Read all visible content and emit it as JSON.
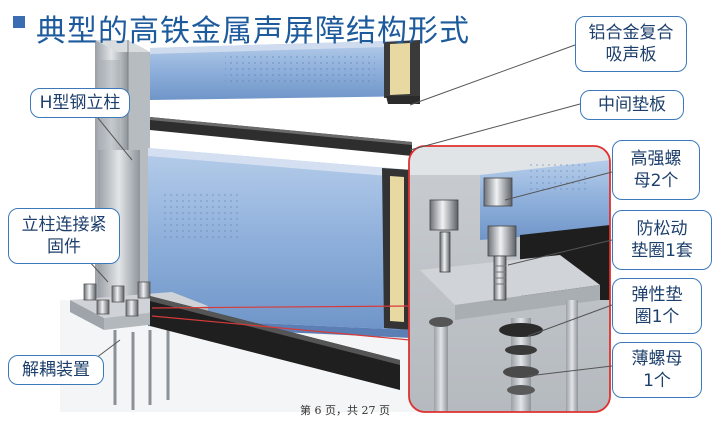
{
  "title": "典型的高铁金属声屏障结构形式",
  "callouts": {
    "panel": "铝合金复合\n吸声板",
    "spacer": "中间垫板",
    "column": "H型钢立柱",
    "fastener": "立柱连接紧\n固件",
    "decoupling": "解耦装置",
    "hi_nut": "高强螺\n母2个",
    "lock_washer": "防松动\n垫圈1套",
    "spring_washer": "弹性垫\n圈1个",
    "thin_nut": "薄螺母\n1个"
  },
  "footer": "第 6 页，共 27 页",
  "colors": {
    "panel_blue": "#8fb0db",
    "callout_border": "#3d79b9",
    "title_blue": "#1d5b9d",
    "detail_frame_red": "#e03030",
    "steel_gray": "#c4c8cc"
  }
}
